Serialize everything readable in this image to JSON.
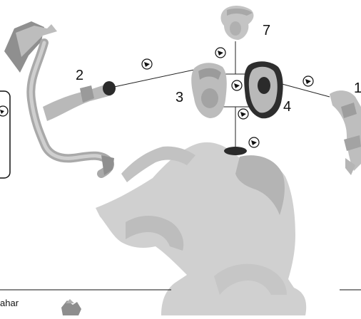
{
  "labels": {
    "arm_right": "1",
    "arm_left": "2",
    "torso_front": "3",
    "torso_back": "4",
    "head": "7"
  },
  "footer": {
    "caption_partial": "ahar"
  },
  "icons": {
    "glue": "glue-drop-icon",
    "info_box": "info-box-icon"
  },
  "colors": {
    "part_fill": "#c9c9c9",
    "part_shadow": "#8c8c8c",
    "socket": "#2b2b2b",
    "line": "#222222"
  }
}
